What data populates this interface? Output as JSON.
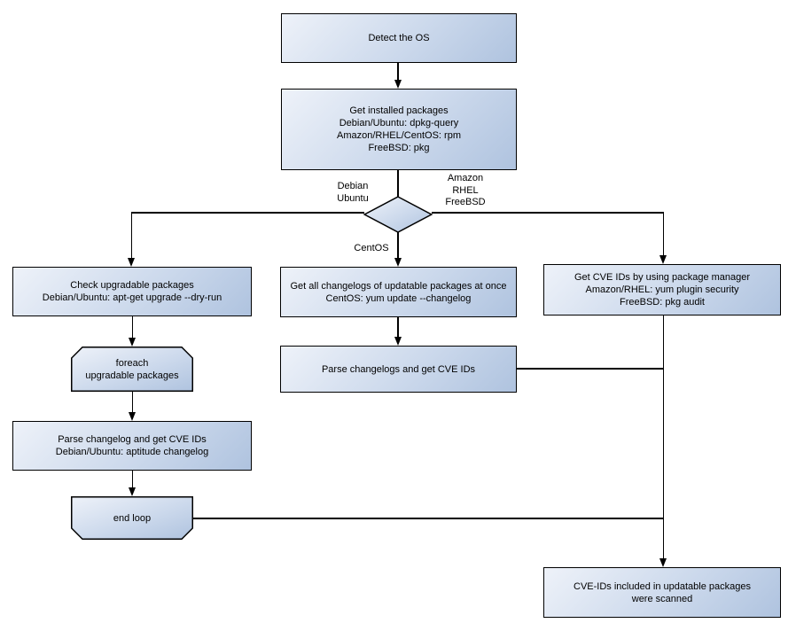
{
  "style": {
    "fill_light": "#eef2f9",
    "fill_mid": "#ccd9ec",
    "fill_dark": "#afc3df",
    "line_color": "#000000",
    "text_color": "#000000",
    "canvas_bg": "#ffffff"
  },
  "nodes": {
    "detect_os": {
      "label": "Detect the OS"
    },
    "get_installed_packages": {
      "label": "Get installed packages\nDebian/Ubuntu: dpkg-query\nAmazon/RHEL/CentOS: rpm\nFreeBSD: pkg"
    },
    "check_upgradable_packages": {
      "label": "Check upgradable packages\nDebian/Ubuntu: apt-get upgrade --dry-run"
    },
    "foreach_upgradable_packages": {
      "label": "foreach\nupgradable  packages"
    },
    "parse_changelog_left": {
      "label": "Parse changelog and get  CVE IDs\nDebian/Ubuntu: aptitude changelog"
    },
    "end_loop": {
      "label": "end loop"
    },
    "get_all_changelogs": {
      "label": "Get all changelogs of updatable packages at once\nCentOS: yum update --changelog"
    },
    "parse_changelogs_mid": {
      "label": "Parse changelogs and get CVE IDs"
    },
    "get_cve_ids_right": {
      "label": "Get CVE IDs by using package manager\nAmazon/RHEL: yum plugin security\nFreeBSD: pkg audit"
    },
    "result_scanned": {
      "label": "CVE-IDs included in updatable packages\nwere scanned"
    }
  },
  "edge_labels": {
    "debian_ubuntu": "Debian\nUbuntu",
    "amazon_rhel_freebsd": "Amazon\nRHEL\nFreeBSD",
    "centos": "CentOS"
  }
}
